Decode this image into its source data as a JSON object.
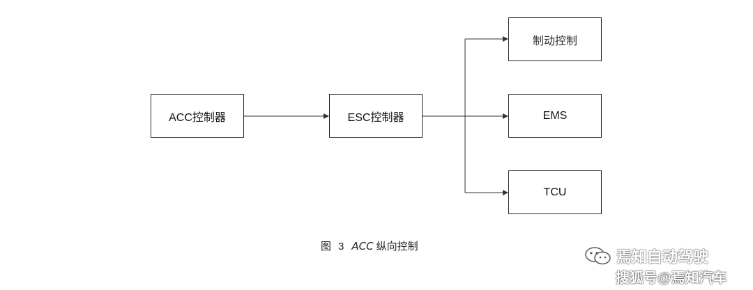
{
  "diagram": {
    "nodes": {
      "acc": "ACC控制器",
      "esc": "ESC控制器",
      "brake": "制动控制",
      "ems": "EMS",
      "tcu": "TCU"
    },
    "edges": [
      {
        "from": "acc",
        "to": "esc"
      },
      {
        "from": "esc",
        "to": "brake"
      },
      {
        "from": "esc",
        "to": "ems"
      },
      {
        "from": "esc",
        "to": "tcu"
      }
    ],
    "line_color": "#333333"
  },
  "caption": {
    "prefix": "图",
    "number": "3",
    "en": "ACC",
    "cn": "纵向控制"
  },
  "watermark": {
    "account": "焉知自动驾驶",
    "source": "搜狐号@焉知汽车"
  }
}
